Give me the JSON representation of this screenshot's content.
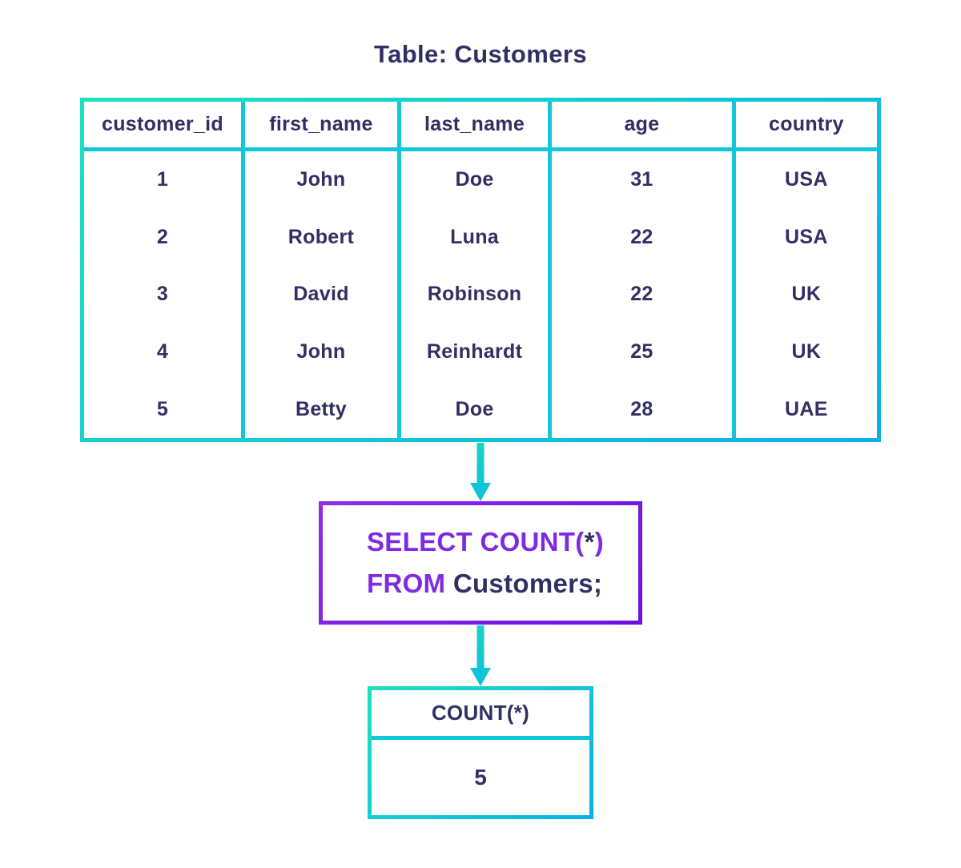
{
  "title": "Table: Customers",
  "colors": {
    "navy": "#312f63",
    "keyword-purple": "#7e2ae2",
    "teal1": "#1ee0c1",
    "teal2": "#09b0e8",
    "line-cyan": "#12c6da",
    "purple1": "#8d2de6",
    "purple2": "#6a11e4",
    "arrow-teal": "#15d4c2",
    "arrow-cyan": "#10bfdd"
  },
  "customers_table": {
    "columns": [
      "customer_id",
      "first_name",
      "last_name",
      "age",
      "country"
    ],
    "rows": [
      [
        "1",
        "John",
        "Doe",
        "31",
        "USA"
      ],
      [
        "2",
        "Robert",
        "Luna",
        "22",
        "USA"
      ],
      [
        "3",
        "David",
        "Robinson",
        "22",
        "UK"
      ],
      [
        "4",
        "John",
        "Reinhardt",
        "25",
        "UK"
      ],
      [
        "5",
        "Betty",
        "Doe",
        "28",
        "UAE"
      ]
    ]
  },
  "query": {
    "line1": {
      "keyword": "SELECT COUNT(",
      "star": "*",
      "close_paren": ")"
    },
    "line2": {
      "keyword": "FROM",
      "table_ref": " Customers;"
    }
  },
  "result_table": {
    "header": "COUNT(*)",
    "value": "5"
  }
}
